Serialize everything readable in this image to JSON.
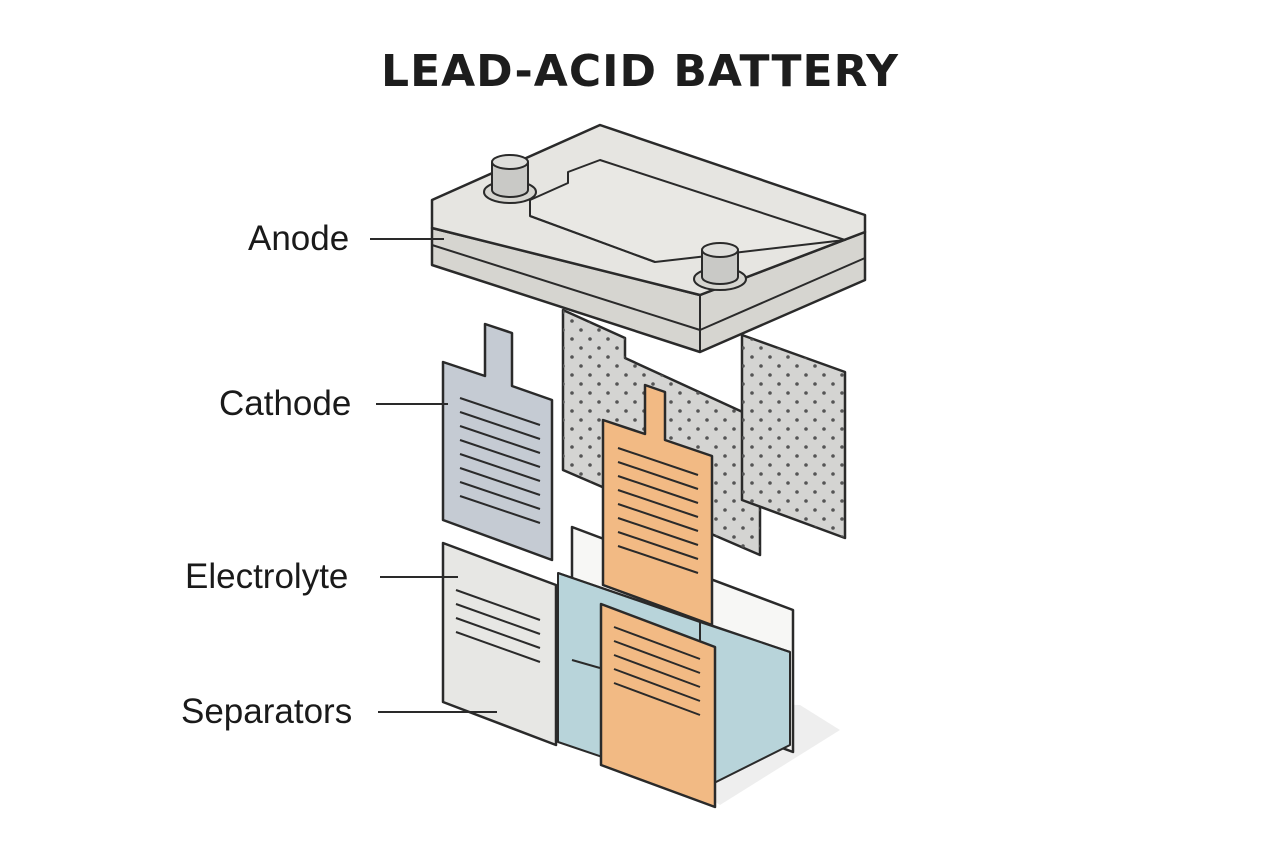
{
  "title": "LEAD-ACID BATTERY",
  "labels": {
    "anode": "Anode",
    "cathode": "Cathode",
    "electrolyte": "Electrolyte",
    "separators": "Separators"
  },
  "colors": {
    "outline": "#2a2a2a",
    "lid": "#e6e5e1",
    "lid_side": "#d6d5d0",
    "grey_plate": "#c5cbd3",
    "orange_plate": "#f2ba84",
    "separator": "#e7e7e4",
    "perforated_sheet": "#d4d4d2",
    "electrolyte": "#b8d4da"
  }
}
